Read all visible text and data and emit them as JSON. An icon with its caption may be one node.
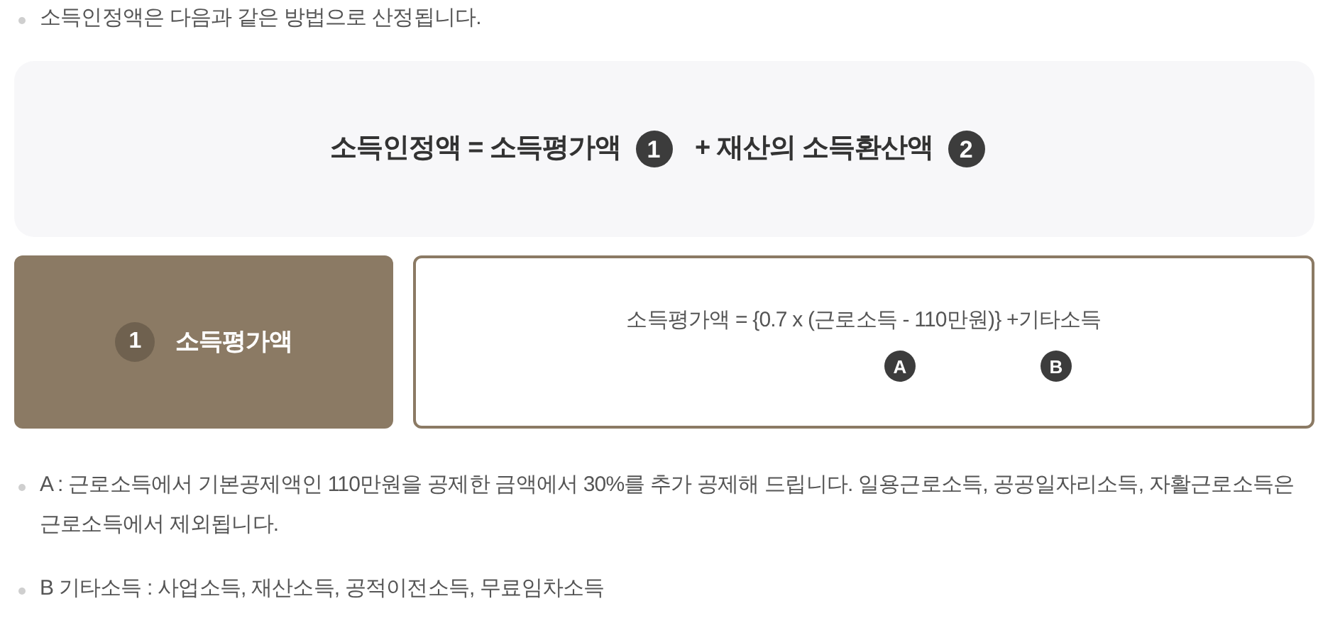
{
  "diagram": {
    "nodes": [
      {
        "text": [
          "소득인정액 = 소득평가액",
          "+ 재산의 소득환산액"
        ]
      },
      {
        "text": [
          "1"
        ],
        "in": 0
      },
      {
        "text": [
          "2"
        ],
        "in": 0
      },
      {
        "text": [
          "소득평가액"
        ]
      },
      {
        "text": [
          "1"
        ],
        "in": 3
      },
      {
        "text": [
          "소득평가액 = {0.7 x (근로소득 - 110만원)} +기타소득"
        ]
      },
      {
        "text": [
          "A"
        ],
        "in": 5
      },
      {
        "text": [
          "B"
        ],
        "in": 5
      }
    ],
    "labels": [
      "소득인정액은 다음과 같은 방법으로 산정됩니다.",
      "A : 근로소득에서 기본공제액인 110만원을 공제한 금액에서 30%를 추가 공제해 드립니다. 일용근로소득, 공공일자리소득, 자활근로소득은 근로소득에서 제외됩니다.",
      "B 기타소득 : 사업소득, 재산소득, 공적이전소득, 무료임차소득"
    ]
  }
}
